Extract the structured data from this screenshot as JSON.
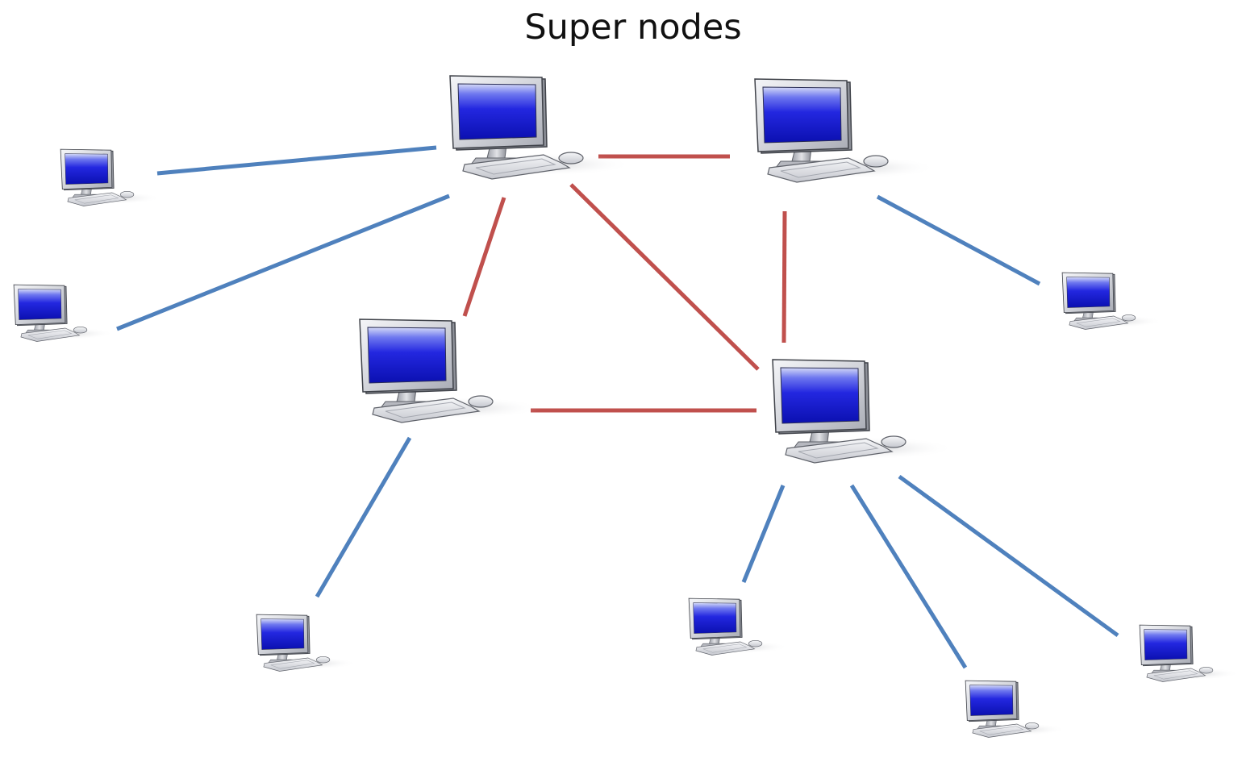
{
  "title": "Super nodes",
  "colors": {
    "super_link": "#c0504d",
    "peer_link": "#4f81bd",
    "screen_top": "#c8cff5",
    "screen_mid": "#2a2ee0",
    "screen_bottom": "#0a10b8",
    "monitor_frame": "#d7d9de",
    "monitor_edge": "#4a4d56",
    "keyboard": "#e4e5e9"
  },
  "nodes": [
    {
      "id": "super-top-left",
      "kind": "super"
    },
    {
      "id": "super-top-right",
      "kind": "super"
    },
    {
      "id": "super-middle-left",
      "kind": "super"
    },
    {
      "id": "super-middle-right",
      "kind": "super"
    },
    {
      "id": "peer-top-far-left",
      "kind": "peer"
    },
    {
      "id": "peer-left",
      "kind": "peer"
    },
    {
      "id": "peer-right",
      "kind": "peer"
    },
    {
      "id": "peer-bottom-left",
      "kind": "peer"
    },
    {
      "id": "peer-bottom-center",
      "kind": "peer"
    },
    {
      "id": "peer-bottom-right-low",
      "kind": "peer"
    },
    {
      "id": "peer-bottom-far-right",
      "kind": "peer"
    }
  ],
  "links": [
    {
      "from": "super-top-left",
      "to": "super-top-right",
      "type": "super"
    },
    {
      "from": "super-top-left",
      "to": "super-middle-left",
      "type": "super"
    },
    {
      "from": "super-top-left",
      "to": "super-middle-right",
      "type": "super"
    },
    {
      "from": "super-top-right",
      "to": "super-middle-right",
      "type": "super"
    },
    {
      "from": "super-middle-left",
      "to": "super-middle-right",
      "type": "super"
    },
    {
      "from": "super-top-left",
      "to": "peer-top-far-left",
      "type": "peer"
    },
    {
      "from": "super-top-left",
      "to": "peer-left",
      "type": "peer"
    },
    {
      "from": "super-top-right",
      "to": "peer-right",
      "type": "peer"
    },
    {
      "from": "super-middle-left",
      "to": "peer-bottom-left",
      "type": "peer"
    },
    {
      "from": "super-middle-right",
      "to": "peer-bottom-center",
      "type": "peer"
    },
    {
      "from": "super-middle-right",
      "to": "peer-bottom-right-low",
      "type": "peer"
    },
    {
      "from": "super-middle-right",
      "to": "peer-bottom-far-right",
      "type": "peer"
    }
  ]
}
